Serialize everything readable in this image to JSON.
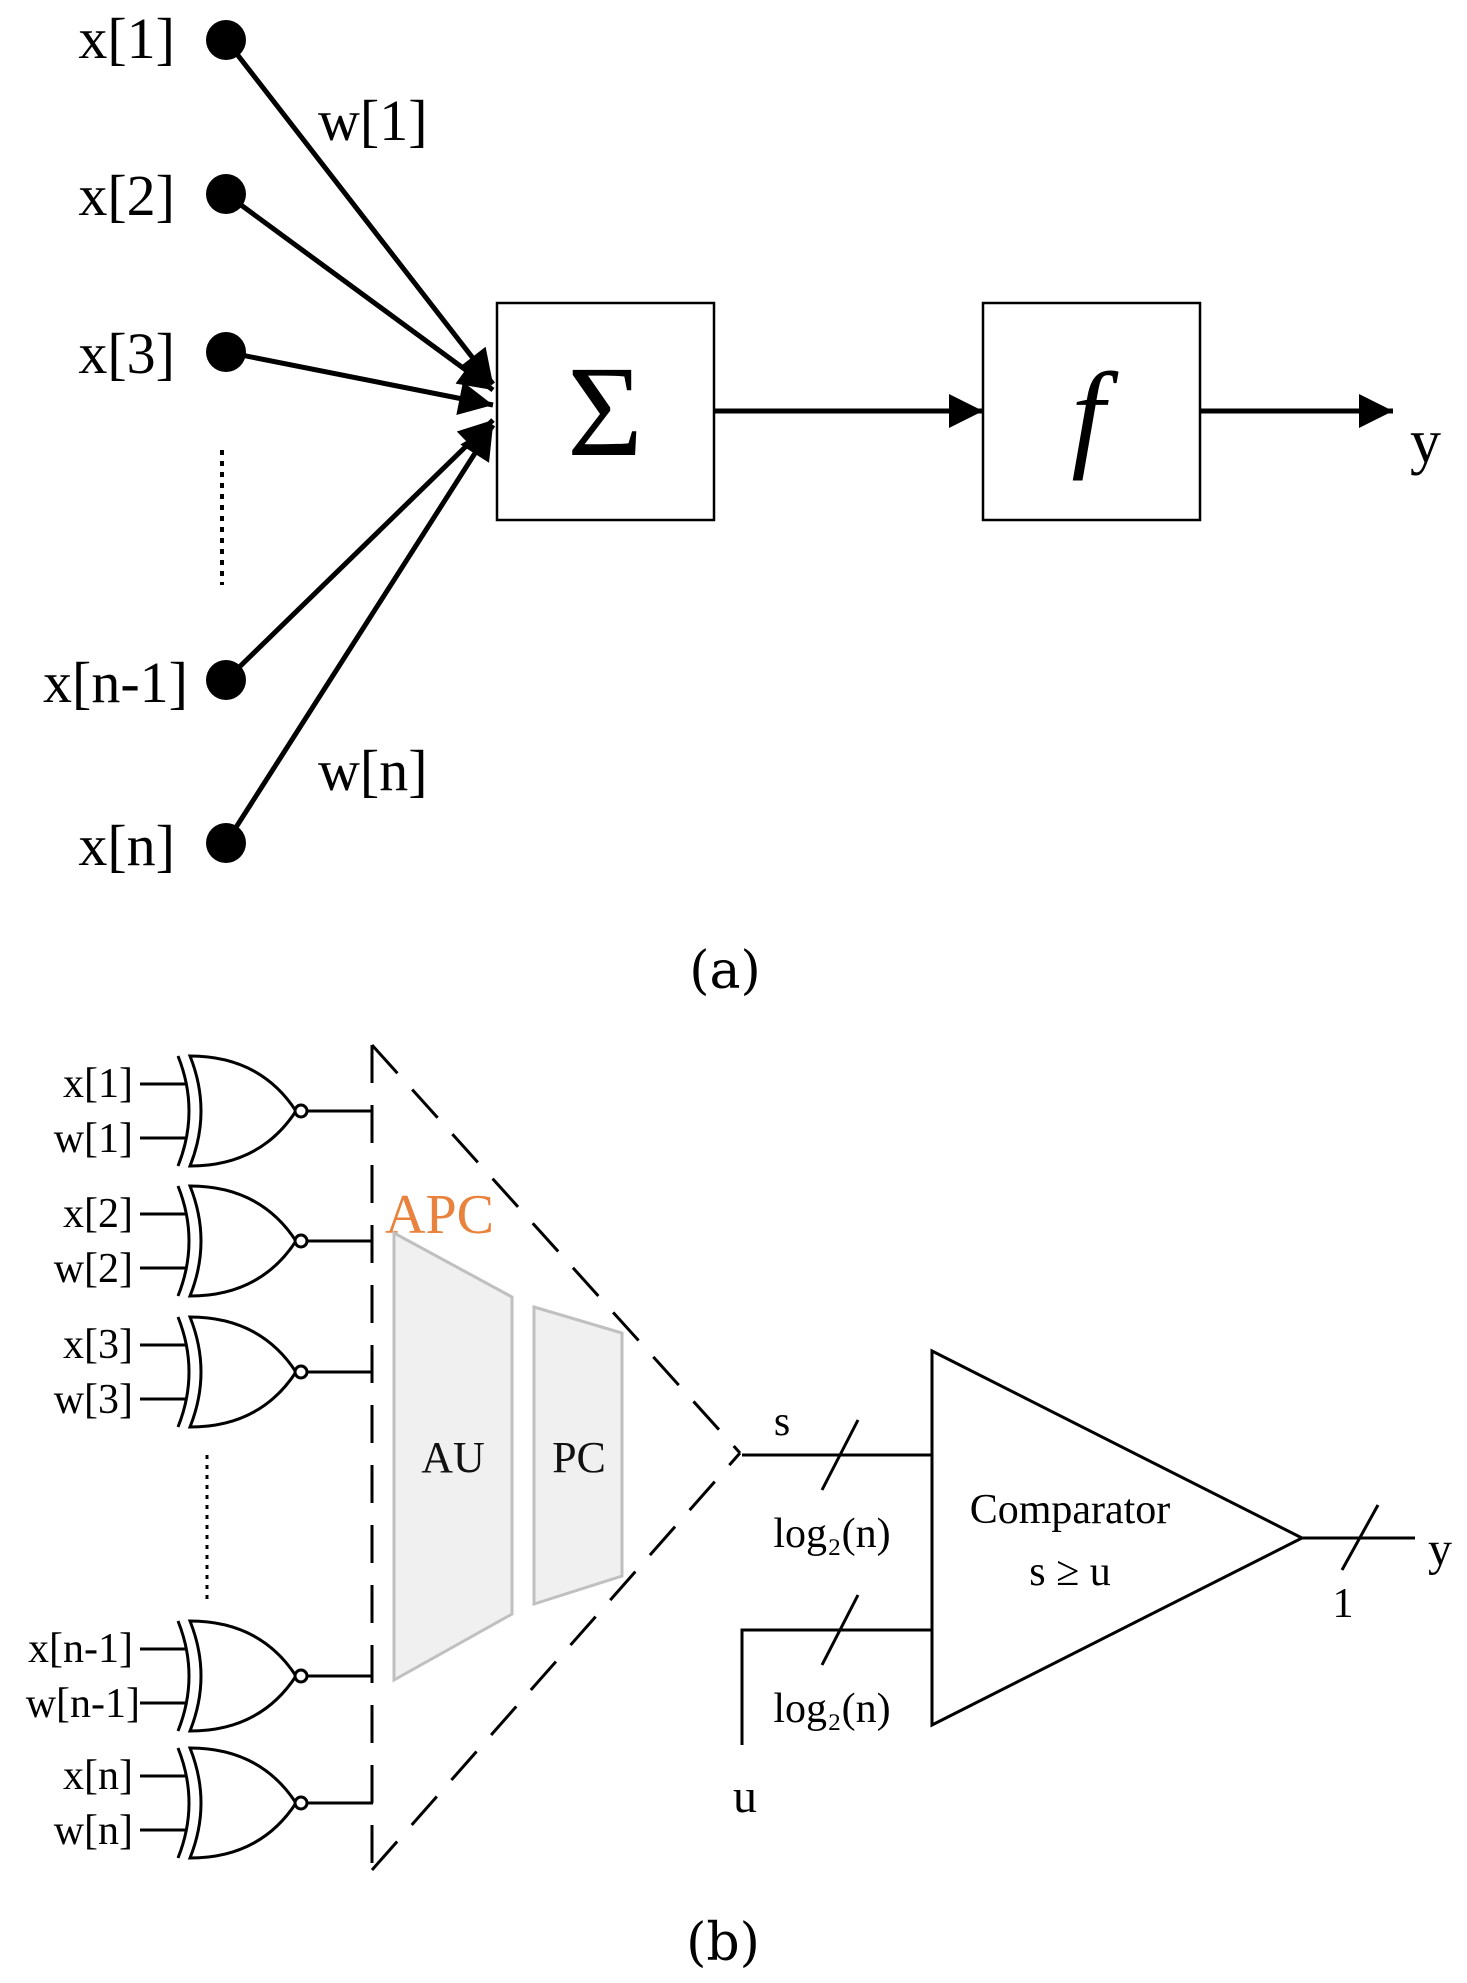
{
  "panel_a": {
    "inputs": [
      "x[1]",
      "x[2]",
      "x[3]",
      "x[n-1]",
      "x[n]"
    ],
    "weight_top": "w[1]",
    "weight_bottom": "w[n]",
    "sum_symbol": "Σ",
    "activation_symbol": "f",
    "output": "y",
    "caption": "(a)"
  },
  "panel_b": {
    "gates": [
      {
        "x": "x[1]",
        "w": "w[1]"
      },
      {
        "x": "x[2]",
        "w": "w[2]"
      },
      {
        "x": "x[3]",
        "w": "w[3]"
      },
      {
        "x": "x[n-1]",
        "w": "w[n-1]"
      },
      {
        "x": "x[n]",
        "w": "w[n]"
      }
    ],
    "apc_label": "APC",
    "au_label": "AU",
    "pc_label": "PC",
    "s_label": "s",
    "u_label": "u",
    "bus_width_s": "log₂(n)",
    "bus_width_u": "log₂(n)",
    "comparator_line1": "Comparator",
    "comparator_line2": "s ≥ u",
    "output": "y",
    "output_width": "1",
    "caption": "(b)"
  },
  "colors": {
    "apc": "#e8823d",
    "block_fill": "#f0f0f0",
    "block_stroke": "#c0c0c0"
  }
}
